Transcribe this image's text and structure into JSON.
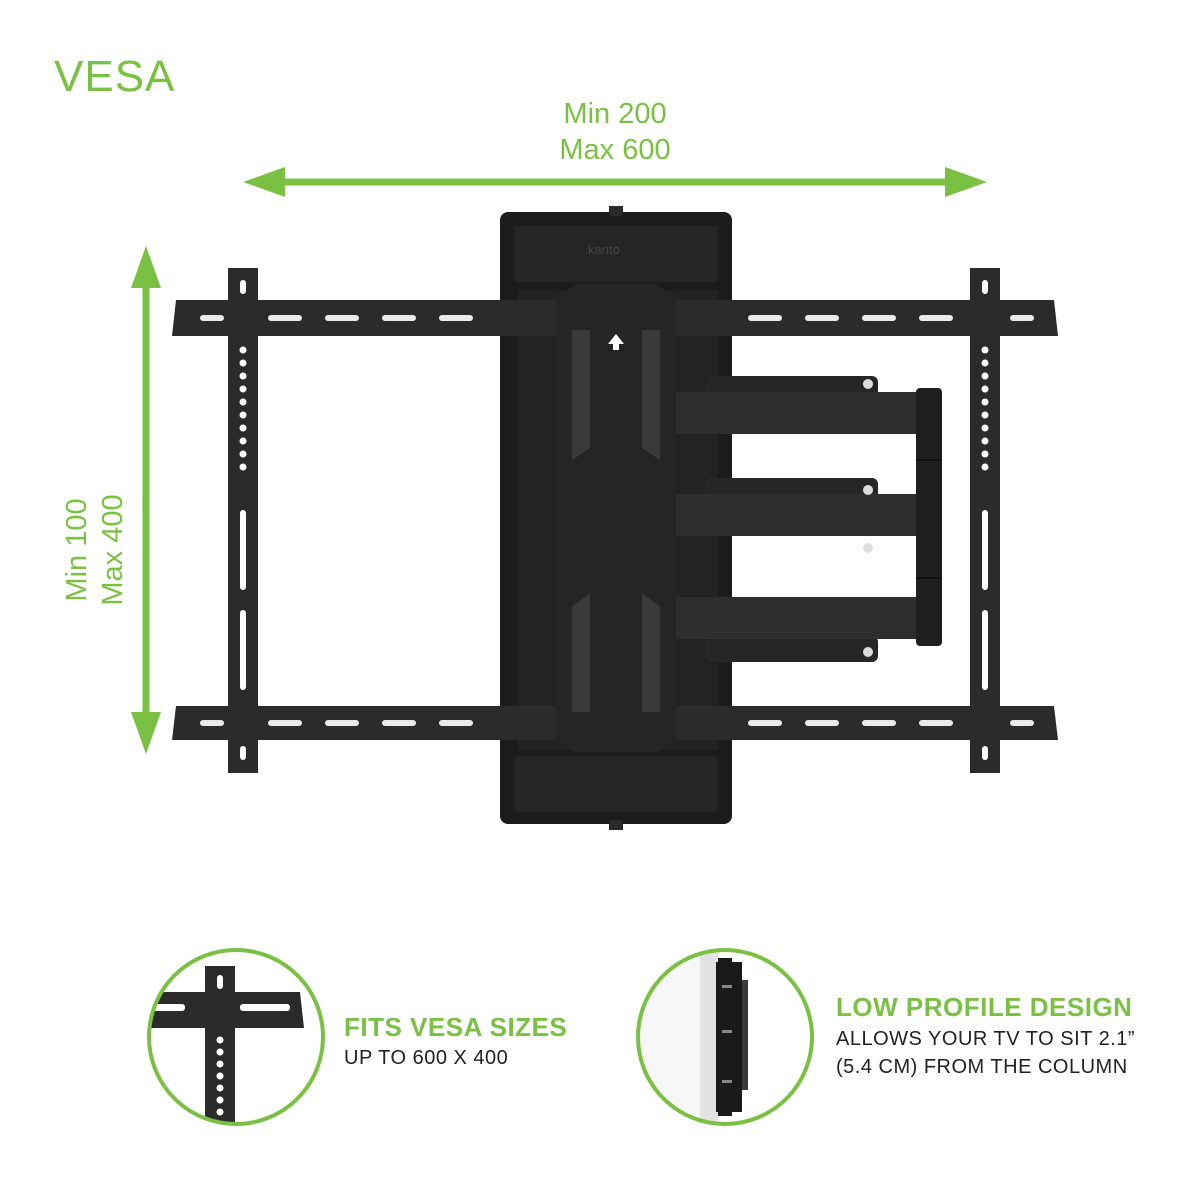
{
  "heading": "VESA",
  "horizontal": {
    "min": "Min 200",
    "max": "Max 600"
  },
  "vertical": {
    "min": "Min 100",
    "max": "Max 400"
  },
  "brand_logo": "kanto",
  "features": [
    {
      "title": "FITS VESA SIZES",
      "subtitle": "UP TO 600 X 400"
    },
    {
      "title": "LOW PROFILE DESIGN",
      "subtitle_line1": "ALLOWS YOUR TV TO SIT 2.1”",
      "subtitle_line2": "(5.4 CM) FROM THE COLUMN"
    }
  ],
  "colors": {
    "accent": "#7ac143",
    "mount": "#2b2b2b",
    "mount_dark": "#1a1a1a"
  }
}
